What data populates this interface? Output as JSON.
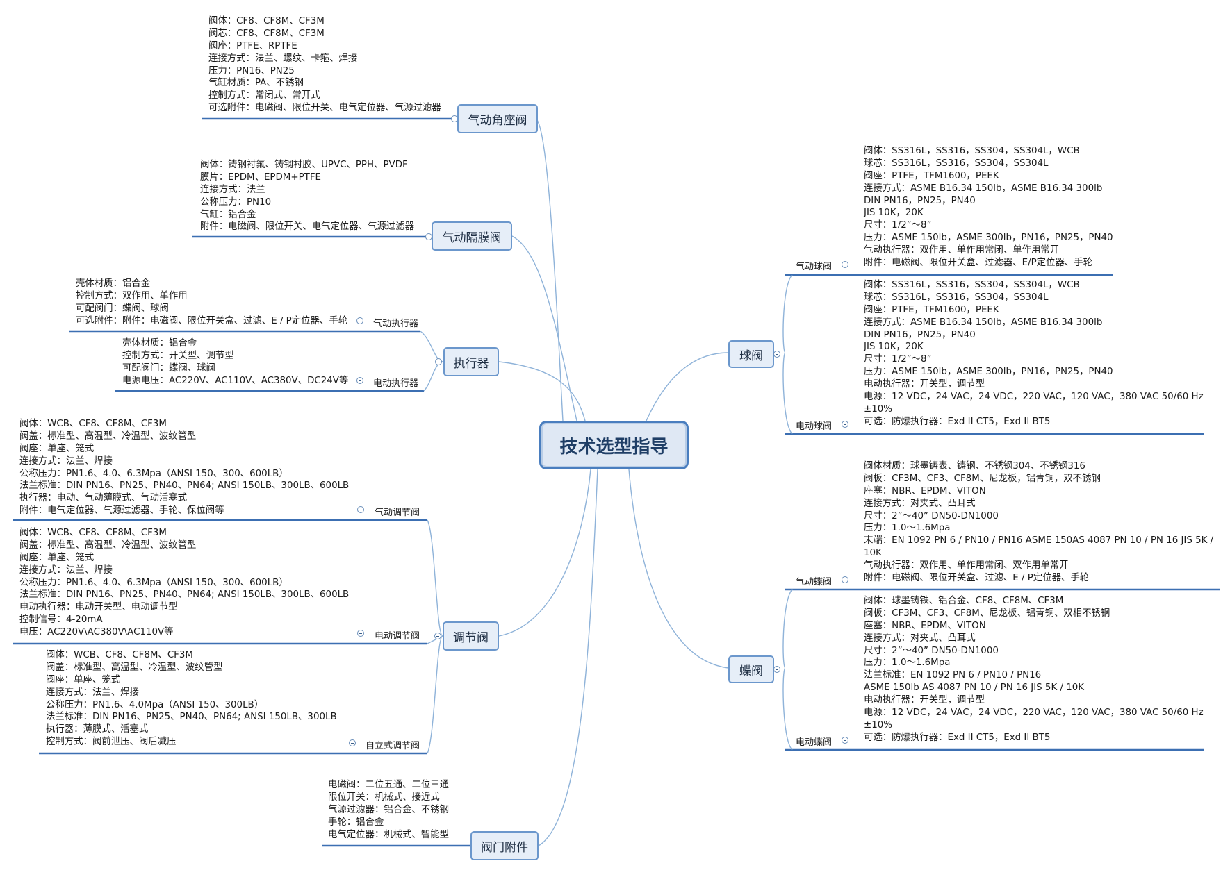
{
  "central": {
    "label": "技术选型指导"
  },
  "branches": {
    "angle_seat": {
      "label": "气动角座阀",
      "details": [
        "阀体：CF8、CF8M、CF3M",
        "阀芯：CF8、CF8M、CF3M",
        "阀座：PTFE、RPTFE",
        "连接方式：法兰、螺纹、卡箍、焊接",
        "压力：PN16、PN25",
        "气缸材质：PA、不锈钢",
        "控制方式：常闭式、常开式",
        "可选附件：电磁阀、限位开关、电气定位器、气源过滤器"
      ]
    },
    "diaphragm": {
      "label": "气动隔膜阀",
      "details": [
        "阀体：铸钢衬氟、铸钢衬胶、UPVC、PPH、PVDF",
        "膜片：EPDM、EPDM+PTFE",
        "连接方式：法兰",
        "公称压力：PN10",
        "气缸：铝合金",
        "附件：电磁阀、限位开关、电气定位器、气源过滤器"
      ]
    },
    "actuator": {
      "label": "执行器",
      "pneumatic": {
        "label": "气动执行器",
        "details": [
          "壳体材质：铝合金",
          "控制方式：双作用、单作用",
          "可配阀门：蝶阀、球阀",
          "可选附件：附件：电磁阀、限位开关盒、过滤、E / P定位器、手轮"
        ]
      },
      "electric": {
        "label": "电动执行器",
        "details": [
          "壳体材质：铝合金",
          "控制方式：开关型、调节型",
          "可配阀门：蝶阀、球阀",
          "电源电压：AC220V、AC110V、AC380V、DC24V等"
        ]
      }
    },
    "control": {
      "label": "调节阀",
      "pneumatic": {
        "label": "气动调节阀",
        "details": [
          "阀体：WCB、CF8、CF8M、CF3M",
          "阀盖：标准型、高温型、冷温型、波纹管型",
          "阀座：单座、笼式",
          "连接方式：法兰、焊接",
          "公称压力：PN1.6、4.0、6.3Mpa（ANSI 150、300、600LB）",
          "法兰标准：DIN  PN16、PN25、PN40、PN64; ANSI 150LB、300LB、600LB",
          "执行器：电动、气动薄膜式、气动活塞式",
          "附件：电气定位器、气源过滤器、手轮、保位阀等"
        ]
      },
      "electric": {
        "label": "电动调节阀",
        "details": [
          "阀体：WCB、CF8、CF8M、CF3M",
          "阀盖：标准型、高温型、冷温型、波纹管型",
          "阀座：单座、笼式",
          "连接方式：法兰、焊接",
          "公称压力：PN1.6、4.0、6.3Mpa（ANSI 150、300、600LB）",
          "法兰标准：DIN  PN16、PN25、PN40、PN64; ANSI 150LB、300LB、600LB",
          "电动执行器：电动开关型、电动调节型",
          "控制信号：4-20mA",
          "电压：AC220V\\AC380V\\AC110V等"
        ]
      },
      "self": {
        "label": "自立式调节阀",
        "details": [
          "阀体：WCB、CF8、CF8M、CF3M",
          "阀盖：标准型、高温型、冷温型、波纹管型",
          "阀座：单座、笼式",
          "连接方式：法兰、焊接",
          "公称压力：PN1.6、4.0Mpa（ANSI 150、300LB）",
          "法兰标准：DIN  PN16、PN25、PN40、PN64; ANSI 150LB、300LB",
          "执行器：薄膜式、活塞式",
          "控制方式：阀前泄压、阀后减压"
        ]
      }
    },
    "accessories": {
      "label": "阀门附件",
      "details": [
        "电磁阀：二位五通、二位三通",
        "限位开关：机械式、接近式",
        "气源过滤器：铝合金、不锈钢",
        "手轮：铝合金",
        "电气定位器：机械式、智能型"
      ]
    },
    "ball": {
      "label": "球阀",
      "pneumatic": {
        "label": "气动球阀",
        "details": [
          "阀体：SS316L，SS316，SS304，SS304L，WCB",
          "球芯：SS316L，SS316，SS304，SS304L",
          "阀座：PTFE，TFM1600，PEEK",
          "连接方式：ASME B16.34 150lb，ASME B16.34 300lb",
          "DIN PN16，PN25，PN40",
          "JIS 10K，20K",
          "尺寸：1/2”～8”",
          "压力：ASME 150lb，ASME 300lb，PN16，PN25，PN40",
          "气动执行器：双作用、单作用常闭、单作用常开",
          "附件：电磁阀、限位开关盒、过滤器、E/P定位器、手轮"
        ]
      },
      "electric": {
        "label": "电动球阀",
        "details": [
          "阀体：SS316L，SS316，SS304，SS304L，WCB",
          "球芯：SS316L，SS316，SS304，SS304L",
          "阀座：PTFE，TFM1600，PEEK",
          "连接方式：ASME B16.34 150lb，ASME B16.34 300lb",
          "DIN PN16，PN25，PN40",
          "JIS 10K，20K",
          "尺寸：1/2”～8”",
          "压力：ASME 150lb，ASME 300lb，PN16，PN25，PN40",
          "电动执行器：开关型，调节型",
          "电源：12 VDC，24 VAC，24 VDC，220 VAC，120 VAC，380 VAC 50/60 Hz",
          "±10%",
          "可选：防爆执行器：Exd II CT5，Exd II BT5"
        ]
      }
    },
    "butterfly": {
      "label": "蝶阀",
      "pneumatic": {
        "label": "气动蝶阀",
        "details": [
          "阀体材质：球墨铸表、铸钢、不锈钢304、不锈钢316",
          "阀板：CF3M、CF3、CF8M、尼龙板，铝青铜，双不锈钢",
          "座塞：NBR、EPDM、VITON",
          "连接方式：对夹式、凸耳式",
          "尺寸：2”～40”  DN50-DN1000",
          "压力：1.0～1.6Mpa",
          "末端：EN 1092 PN 6 / PN10 / PN16 ASME 150AS 4087 PN 10 / PN 16 JIS 5K /",
          "10K",
          "气动执行器：双作用、单作用常闭、双作用单常开",
          "附件：电磁阀、限位开关盒、过滤、E / P定位器、手轮"
        ]
      },
      "electric": {
        "label": "电动蝶阀",
        "details": [
          "阀体：球墨铸铁、铝合金、CF8、CF8M、CF3M",
          "阀板：CF3M、CF3、CF8M、尼龙板、铝青铜、双相不锈钢",
          "座塞：NBR、EPDM、VITON",
          "连接方式：对夹式、凸耳式",
          "尺寸：2”～40”  DN50-DN1000",
          "压力：1.0～1.6Mpa",
          "法兰标准：EN 1092 PN 6 / PN10 / PN16",
          "ASME 150lb AS 4087 PN 10 / PN 16 JIS 5K / 10K",
          "电动执行器：开关型，调节型",
          "电源：12 VDC，24 VAC，24 VDC，220 VAC，120 VAC，380 VAC 50/60 Hz",
          "±10%",
          "可选：防爆执行器：Exd II CT5，Exd II BT5"
        ]
      }
    }
  }
}
